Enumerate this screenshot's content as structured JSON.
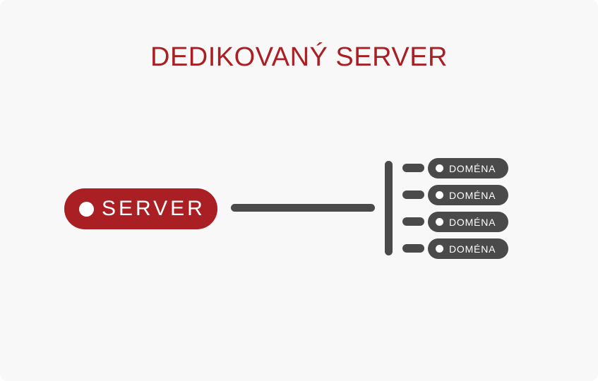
{
  "colors": {
    "bg": "#f8f8f8",
    "accent": "#aa1f23",
    "gray": "#4a4a4a",
    "light-text": "#ffffff"
  },
  "title": "DEDIKOVANÝ SERVER",
  "diagram": {
    "server": {
      "label": "SERVER"
    },
    "domains": [
      {
        "label": "DOMÉNA"
      },
      {
        "label": "DOMÉNA"
      },
      {
        "label": "DOMÉNA"
      },
      {
        "label": "DOMÉNA"
      }
    ]
  }
}
